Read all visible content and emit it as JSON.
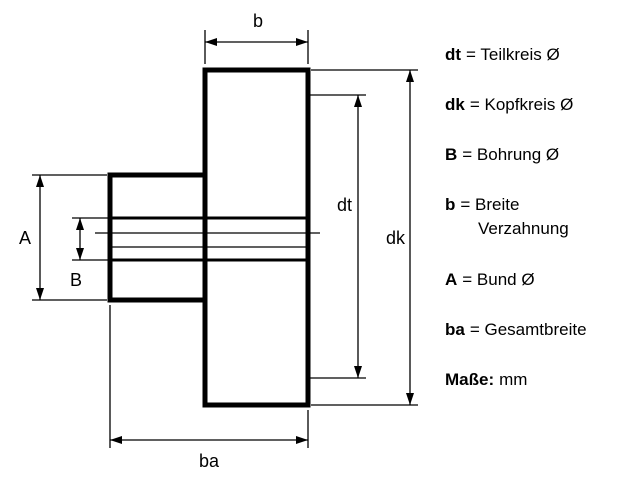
{
  "diagram": {
    "labels": {
      "width_b": "b",
      "pitch_dt": "dt",
      "tip_dk": "dk",
      "collar_A": "A",
      "bore_B": "B",
      "total_ba": "ba"
    }
  },
  "legend": {
    "items": [
      {
        "symbol": "dt",
        "text": "= Teilkreis Ø"
      },
      {
        "symbol": "dk",
        "text": "= Kopfkreis Ø"
      },
      {
        "symbol": "B",
        "text": "= Bohrung Ø"
      },
      {
        "symbol": "b",
        "text": "= Breite",
        "text2": "Verzahnung"
      },
      {
        "symbol": "A",
        "text": "= Bund Ø"
      },
      {
        "symbol": "ba",
        "text": "= Gesamtbreite"
      }
    ],
    "units": {
      "label": "Maße:",
      "value": "mm"
    }
  }
}
